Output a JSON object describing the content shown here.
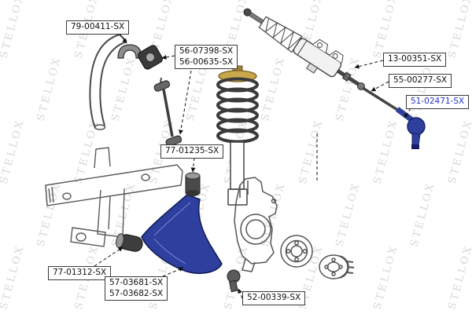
{
  "diagram": {
    "brand_watermark": "STELLOX",
    "watermark_color": "#d7d7d7",
    "background": "#ffffff",
    "highlight_color": "#2236cc"
  },
  "labels": [
    {
      "lines": [
        "79-00411-SX"
      ],
      "highlighted": false
    },
    {
      "lines": [
        "56-07398-SX",
        "56-00635-SX"
      ],
      "highlighted": false
    },
    {
      "lines": [
        "13-00351-SX"
      ],
      "highlighted": false
    },
    {
      "lines": [
        "55-00277-SX"
      ],
      "highlighted": false
    },
    {
      "lines": [
        "51-02471-SX"
      ],
      "highlighted": true
    },
    {
      "lines": [
        "77-01235-SX"
      ],
      "highlighted": false
    },
    {
      "lines": [
        "77-01312-SX"
      ],
      "highlighted": false
    },
    {
      "lines": [
        "57-03681-SX",
        "57-03682-SX"
      ],
      "highlighted": false
    },
    {
      "lines": [
        "52-00339-SX"
      ],
      "highlighted": false
    }
  ]
}
